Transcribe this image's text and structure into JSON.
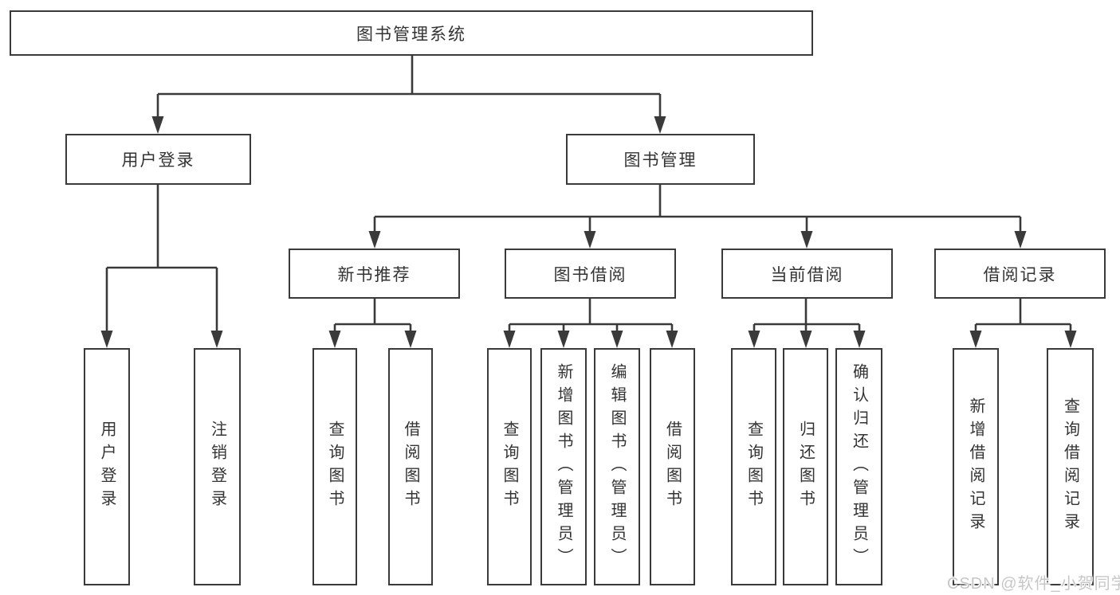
{
  "tree": {
    "label": "图书管理系统",
    "children": [
      {
        "label": "用户登录",
        "children": [
          {
            "label": "用户登录"
          },
          {
            "label": "注销登录"
          }
        ]
      },
      {
        "label": "图书管理",
        "children": [
          {
            "label": "新书推荐",
            "children": [
              {
                "label": "查询图书"
              },
              {
                "label": "借阅图书"
              }
            ]
          },
          {
            "label": "图书借阅",
            "children": [
              {
                "label": "查询图书"
              },
              {
                "label": "新增图书（管理员）"
              },
              {
                "label": "编辑图书（管理员）"
              },
              {
                "label": "借阅图书"
              }
            ]
          },
          {
            "label": "当前借阅",
            "children": [
              {
                "label": "查询图书"
              },
              {
                "label": "归还图书"
              },
              {
                "label": "确认归还（管理员）"
              }
            ]
          },
          {
            "label": "借阅记录",
            "children": [
              {
                "label": "新增借阅记录"
              },
              {
                "label": "查询借阅记录"
              }
            ]
          }
        ]
      }
    ]
  },
  "watermark": {
    "text": "CSDN @软件_小贺同学"
  },
  "colors": {
    "line": "#3a3a3a",
    "text": "#333333",
    "background": "#ffffff",
    "watermark": "#c7c7c7"
  }
}
